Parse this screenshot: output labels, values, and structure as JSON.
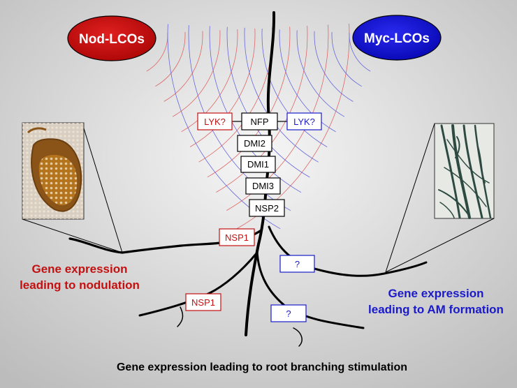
{
  "signals": {
    "nod": {
      "label": "Nod-LCOs",
      "color": "#c41010"
    },
    "myc": {
      "label": "Myc-LCOs",
      "color": "#1a1acc"
    }
  },
  "genes": {
    "lyk_left": "LYK?",
    "nfp": "NFP",
    "lyk_right": "LYK?",
    "dmi2": "DMI2",
    "dmi1": "DMI1",
    "dmi3": "DMI3",
    "nsp2": "NSP2",
    "nsp1_upper": "NSP1",
    "nsp1_lower": "NSP1",
    "unknown_upper": "?",
    "unknown_lower": "?"
  },
  "outcomes": {
    "nodulation": {
      "line1": "Gene expression",
      "line2": "leading to nodulation",
      "color": "#c41010"
    },
    "am": {
      "line1": "Gene expression",
      "line2": "leading to AM formation",
      "color": "#1a1acc"
    },
    "branching": {
      "text": "Gene expression leading to root branching stimulation",
      "color": "#000000"
    }
  },
  "colors": {
    "background_center": "#f4f4f4",
    "background_edge": "#bdbdbd",
    "root": "#000000",
    "box_fill": "#ffffff"
  }
}
